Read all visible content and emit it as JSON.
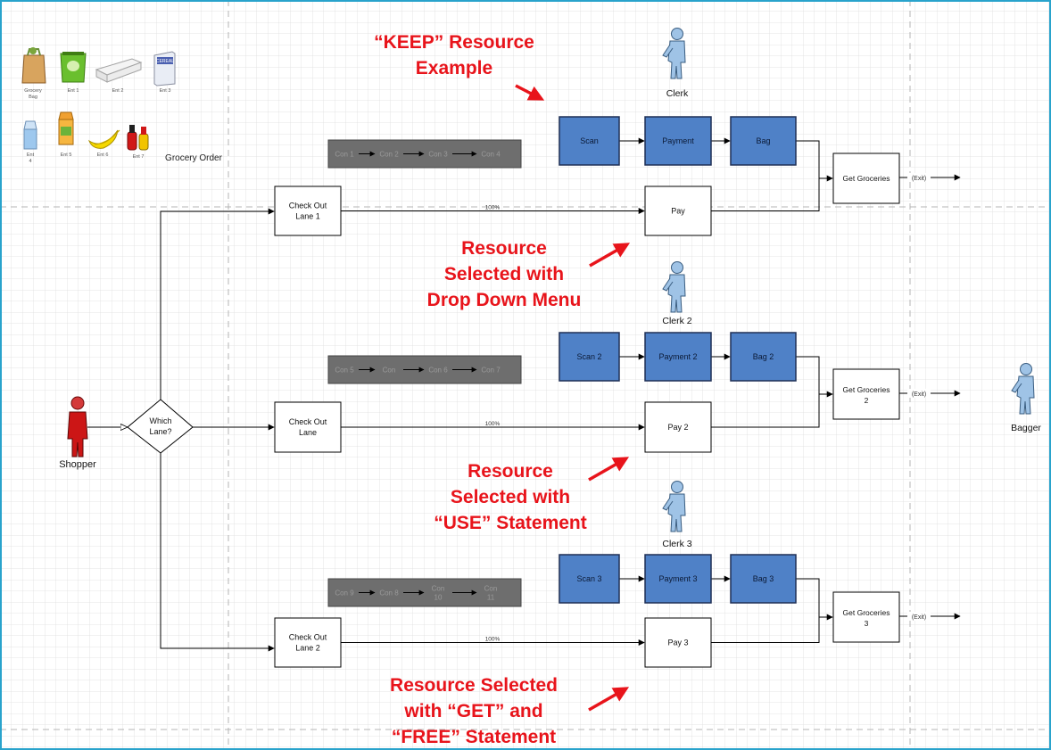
{
  "colors": {
    "canvas_border": "#29a3cc",
    "grid": "#d9d9d9",
    "page_break": "#b0b0b0",
    "activity_blue": "#4f81c7",
    "activity_border": "#1e2f55",
    "connector_dark": "#6e6e6e",
    "annotation_red": "#e8141b",
    "clerk_blue": "#9fc3e6",
    "shopper_red": "#cc1616"
  },
  "legend": {
    "title": "Grocery Order",
    "entities": [
      {
        "label": "Grocery Bag",
        "icon": "grocery-bag-icon"
      },
      {
        "label": "Ent 1",
        "icon": "green-bag-icon"
      },
      {
        "label": "Ent 2",
        "icon": "egg-carton-icon"
      },
      {
        "label": "Ent 3",
        "icon": "cereal-box-icon"
      },
      {
        "label": "Ent 4",
        "icon": "milk-carton-icon"
      },
      {
        "label": "Ent 5",
        "icon": "juice-carton-icon"
      },
      {
        "label": "Ent 6",
        "icon": "banana-icon"
      },
      {
        "label": "Ent 7",
        "icon": "condiment-bottles-icon"
      }
    ]
  },
  "actors": {
    "shopper": "Shopper",
    "clerk1": "Clerk",
    "clerk2": "Clerk 2",
    "clerk3": "Clerk 3",
    "bagger": "Bagger"
  },
  "decision": {
    "line1": "Which",
    "line2": "Lane?"
  },
  "lanes": [
    {
      "checkout": [
        "Check Out",
        "Lane 1"
      ],
      "pay": "Pay",
      "percent": "100%",
      "steps": [
        "Scan",
        "Payment",
        "Bag"
      ],
      "cons": [
        "Con 1",
        "Con 2",
        "Con 3",
        "Con 4"
      ],
      "get": [
        "Get Groceries"
      ],
      "exit": "(Exit)"
    },
    {
      "checkout": [
        "Check Out",
        "Lane"
      ],
      "pay": "Pay 2",
      "percent": "100%",
      "steps": [
        "Scan 2",
        "Payment 2",
        "Bag 2"
      ],
      "cons": [
        "Con 5",
        "Con",
        "Con 6",
        "Con 7"
      ],
      "get": [
        "Get Groceries",
        "2"
      ],
      "exit": "(Exit)"
    },
    {
      "checkout": [
        "Check Out",
        "Lane 2"
      ],
      "pay": "Pay 3",
      "percent": "100%",
      "steps": [
        "Scan 3",
        "Payment 3",
        "Bag 3"
      ],
      "cons": [
        "Con 9",
        "Con 8",
        "Con 10",
        "Con 11"
      ],
      "get": [
        "Get Groceries",
        "3"
      ],
      "exit": "(Exit)"
    }
  ],
  "annotations": {
    "keep": [
      "“KEEP” Resource",
      "Example"
    ],
    "dropdown": [
      "Resource",
      "Selected with",
      "Drop Down Menu"
    ],
    "use": [
      "Resource",
      "Selected with",
      "“USE” Statement"
    ],
    "getfree": [
      "Resource Selected",
      "with “GET” and",
      "“FREE” Statement"
    ]
  }
}
